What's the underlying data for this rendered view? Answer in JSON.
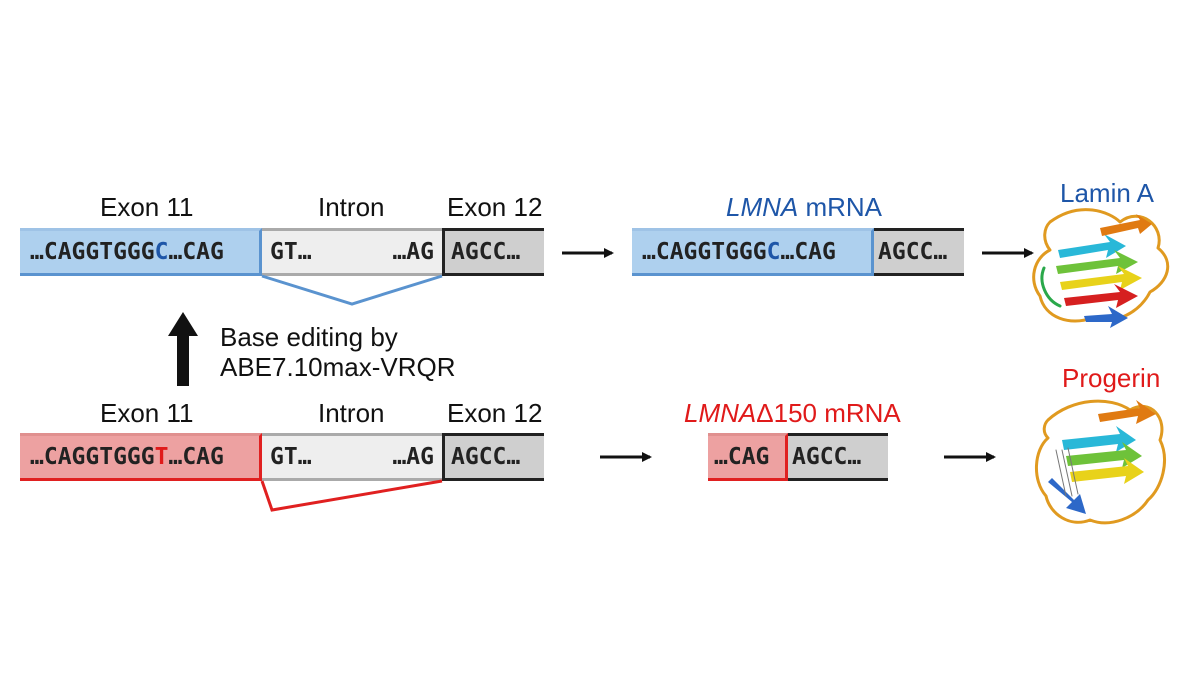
{
  "top_row": {
    "exon11_label": "Exon 11",
    "intron_label": "Intron",
    "exon12_label": "Exon 12",
    "exon11_seq_prefix": "…CAGGTGGG",
    "exon11_seq_edit": "C",
    "exon11_seq_suffix": "…CAG",
    "intron_start": "GT…",
    "intron_end": "…AG",
    "exon12_seq": "AGCC…",
    "mrna_title_gene": "LMNA",
    "mrna_title_suffix": " mRNA",
    "mrna_seq_prefix": "…CAGGTGGG",
    "mrna_seq_edit": "C",
    "mrna_seq_suffix": "…CAG",
    "mrna_exon12": "AGCC…",
    "protein_label": "Lamin A"
  },
  "bottom_row": {
    "exon11_label": "Exon 11",
    "intron_label": "Intron",
    "exon12_label": "Exon 12",
    "exon11_seq_prefix": "…CAGGTGGG",
    "exon11_seq_edit": "T",
    "exon11_seq_suffix": "…CAG",
    "intron_start": "GT…",
    "intron_end": "…AG",
    "exon12_seq": "AGCC…",
    "mrna_title_gene": "LMNA",
    "mrna_title_delta": "Δ150",
    "mrna_title_suffix": " mRNA",
    "mrna_exon11": "…CAG",
    "mrna_exon12": "AGCC…",
    "protein_label": "Progerin"
  },
  "editing": {
    "line1": "Base editing by",
    "line2": "ABE7.10max-VRQR"
  },
  "colors": {
    "blue": "#1e56a8",
    "blue_fill": "#aed0ee",
    "red": "#e01a1a",
    "red_fill": "#eda1a1",
    "gray_fill": "#cfcfcf",
    "intron_fill": "#eeeeee"
  }
}
